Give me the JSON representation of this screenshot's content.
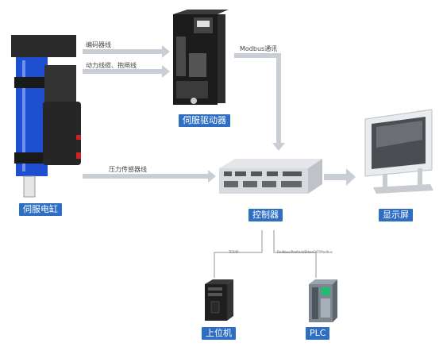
{
  "devices": {
    "cylinder": "伺服电缸",
    "drive": "伺服驱动器",
    "controller": "控制器",
    "display": "显示屏",
    "pc": "上位机",
    "plc": "PLC"
  },
  "links": {
    "encoder": "编码器线",
    "power_brake": "动力线缆、抱闸线",
    "modbus": "Modbus通讯",
    "pressure_sensor": "压力传感器线",
    "pc_link": "TCP/IP",
    "plc_link": "Fieldbus/Profinet/EtherCAT/Modbus"
  },
  "colors": {
    "accent": "#2e6fc4",
    "arrow": "#c9ced6",
    "line": "#b3b8c0"
  }
}
